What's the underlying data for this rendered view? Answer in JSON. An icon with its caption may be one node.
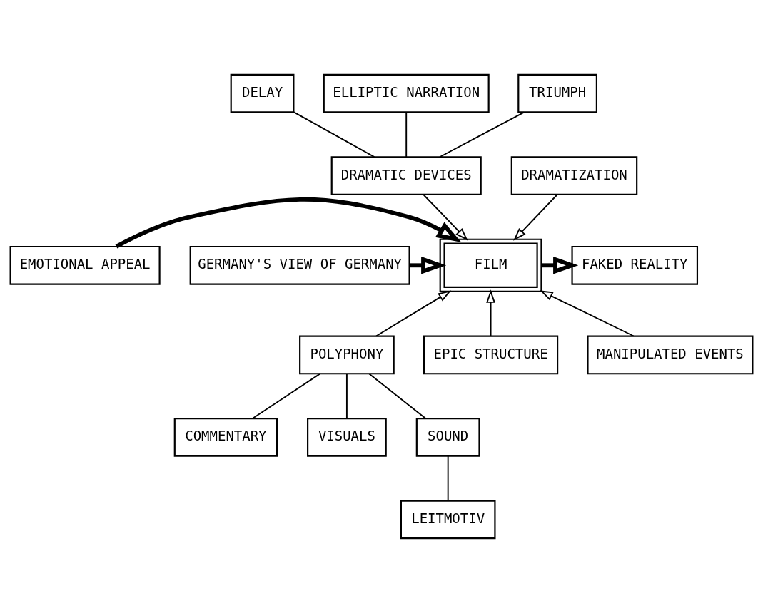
{
  "diagram": {
    "nodes": [
      {
        "text": [
          "DELAY"
        ]
      },
      {
        "text": [
          "ELLIPTIC NARRATION"
        ]
      },
      {
        "text": [
          "TRIUMPH"
        ]
      },
      {
        "text": [
          "DRAMATIC DEVICES"
        ]
      },
      {
        "text": [
          "DRAMATIZATION"
        ]
      },
      {
        "text": [
          "EMOTIONAL APPEAL"
        ]
      },
      {
        "text": [
          "FILM"
        ]
      },
      {
        "text": [
          "FAKED REALITY"
        ]
      },
      {
        "text": [
          "GERMANY'S VIEW OF GERMANY"
        ]
      },
      {
        "text": [
          "POLYPHONY"
        ]
      },
      {
        "text": [
          "EPIC STRUCTURE"
        ]
      },
      {
        "text": [
          "MANIPULATED EVENTS"
        ]
      },
      {
        "text": [
          "COMMENTARY"
        ]
      },
      {
        "text": [
          "VISUALS"
        ]
      },
      {
        "text": [
          "SOUND"
        ]
      },
      {
        "text": [
          "LEITMOTIV"
        ]
      }
    ],
    "edges": [
      {
        "from": 0,
        "to": 3,
        "arrow": "none"
      },
      {
        "from": 1,
        "to": 3,
        "arrow": "none"
      },
      {
        "from": 2,
        "to": 3,
        "arrow": "none"
      },
      {
        "from": 4,
        "to": 6,
        "arrow": "to"
      },
      {
        "from": 3,
        "to": 6,
        "arrow": "to"
      },
      {
        "from": 5,
        "to": 6,
        "arrow": "to",
        "style": "thick"
      },
      {
        "from": 8,
        "to": 6,
        "arrow": "to",
        "style": "thick"
      },
      {
        "from": 6,
        "to": 7,
        "arrow": "to",
        "style": "thick"
      },
      {
        "from": 9,
        "to": 6,
        "arrow": "to"
      },
      {
        "from": 10,
        "to": 6,
        "arrow": "to"
      },
      {
        "from": 11,
        "to": 6,
        "arrow": "to"
      },
      {
        "from": 9,
        "to": 12,
        "arrow": "none"
      },
      {
        "from": 9,
        "to": 13,
        "arrow": "none"
      },
      {
        "from": 9,
        "to": 14,
        "arrow": "none"
      },
      {
        "from": 14,
        "to": 15,
        "arrow": "none"
      }
    ]
  }
}
